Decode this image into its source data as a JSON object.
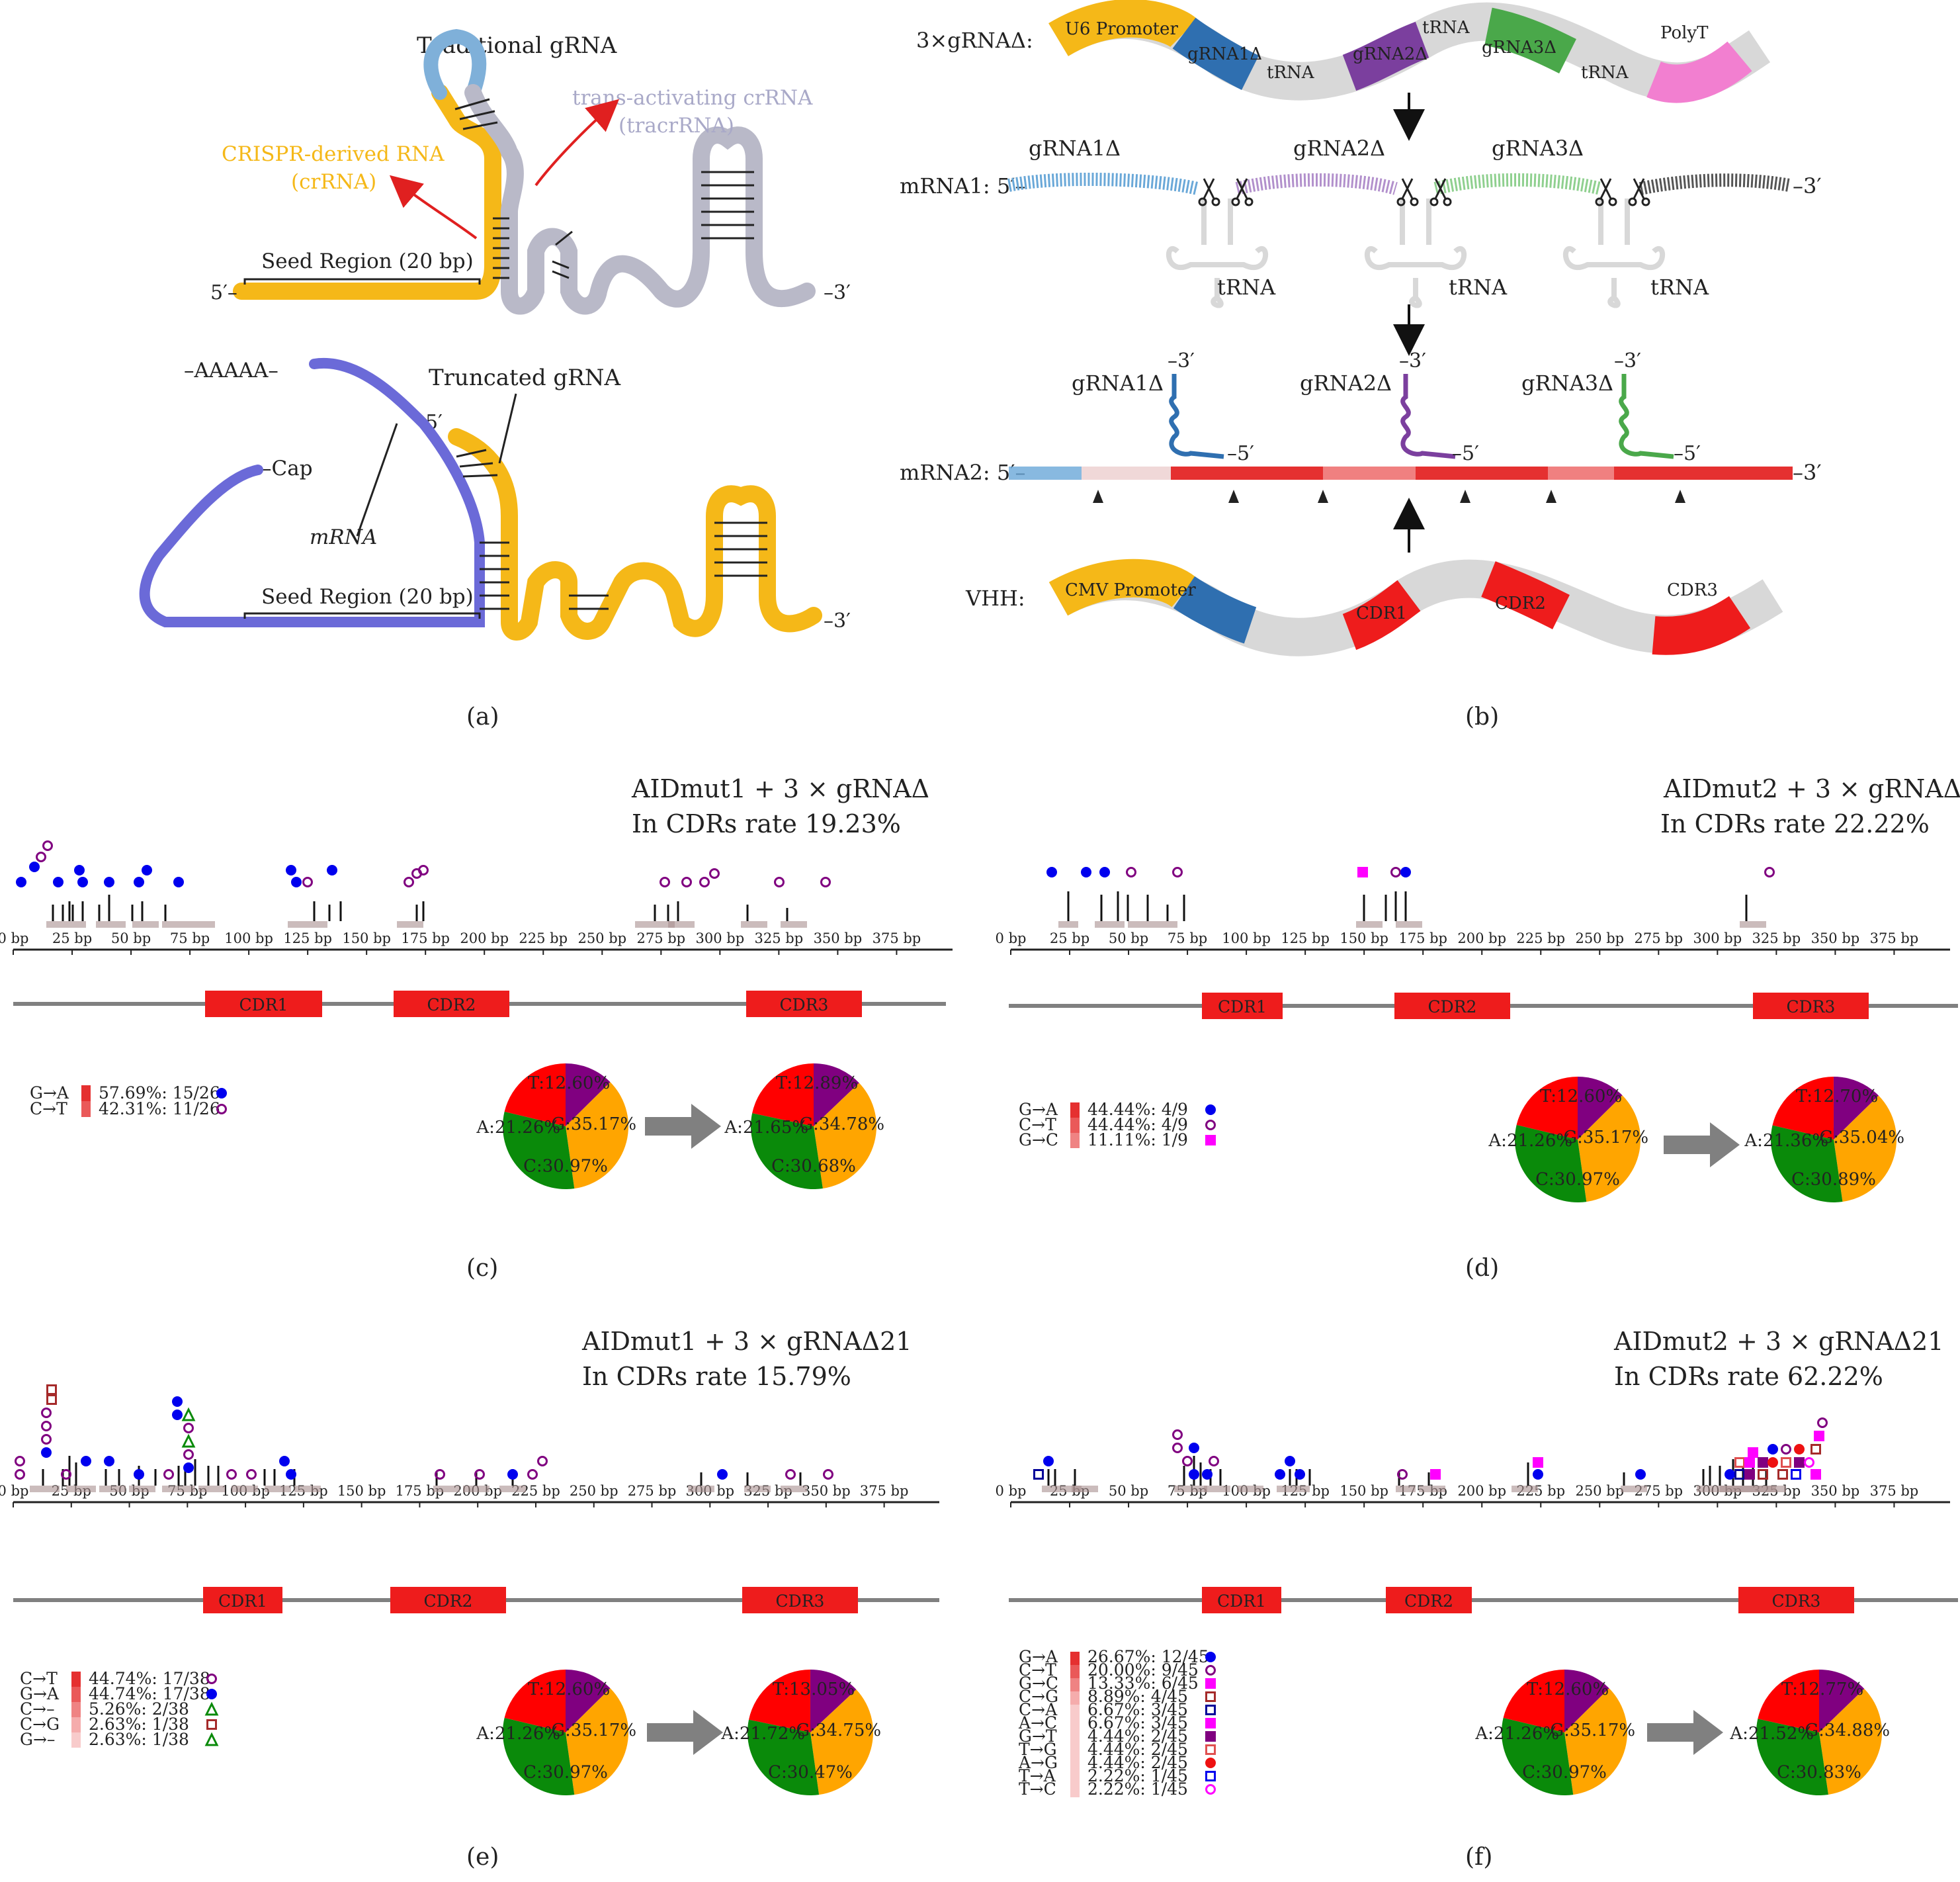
{
  "panel_a": {
    "label": "(a)",
    "traditional_title": "Traditional gRNA",
    "tracr_line1": "trans-activating crRNA",
    "tracr_line2": "(tracrRNA)",
    "crrna_line1": "CRISPR-derived RNA",
    "crrna_line2": "(crRNA)",
    "seed_label": "Seed Region (20 bp)",
    "five_prime": "5′–",
    "three_prime": "–3′",
    "polya": "–AAAAA–",
    "truncated_title": "Truncated gRNA",
    "five_prime_short": "5′",
    "cap": "–Cap",
    "mrna": "mRNA",
    "colors": {
      "crrna": "#f5b818",
      "tracr": "#b9b9c8",
      "loop": "#7fb0d9",
      "mrna": "#6b6ad8",
      "arrow": "#e02020"
    }
  },
  "panel_b": {
    "label": "(b)",
    "construct_label": "3×gRNAΔ:",
    "u6": "U6 Promoter",
    "grna1": "gRNA1Δ",
    "grna2": "gRNA2Δ",
    "grna3": "gRNA3Δ",
    "trna": "tRNA",
    "polyt": "PolyT",
    "mrna1": "mRNA1: 5′–",
    "mrna2": "mRNA2: 5′–",
    "three_prime": "–3′",
    "five_prime_end": "–5′",
    "vhh": "VHH:",
    "cmv": "CMV Promoter",
    "cdr1": "CDR1",
    "cdr2": "CDR2",
    "cdr3": "CDR3",
    "colors": {
      "u6": "#f5b818",
      "g1": "#2f6fb0",
      "g2": "#7b3f9e",
      "g3": "#4aa84a",
      "polyt": "#f27fd0",
      "grey": "#d8d8d8",
      "cdr": "#ee1c1c"
    }
  },
  "axis_ticks": [
    "0 bp",
    "25 bp",
    "50 bp",
    "75 bp",
    "100 bp",
    "125 bp",
    "150 bp",
    "175 bp",
    "200 bp",
    "225 bp",
    "250 bp",
    "275 bp",
    "300 bp",
    "325 bp",
    "350 bp",
    "375 bp"
  ],
  "cdr_labels": [
    "CDR1",
    "CDR2",
    "CDR3"
  ],
  "pies": {
    "before": {
      "T": "T:12.60%",
      "G": "G:35.17%",
      "A": "A:21.26%",
      "C": "C:30.97%"
    },
    "c_after": {
      "T": "T:12.89%",
      "G": "G:34.78%",
      "A": "A:21.65%",
      "C": "C:30.68%"
    },
    "d_after": {
      "T": "T:12.70%",
      "G": "G:35.04%",
      "A": "A:21.36%",
      "C": "C:30.89%"
    },
    "e_after": {
      "T": "T:13.05%",
      "G": "G:34.75%",
      "A": "A:21.72%",
      "C": "C:30.47%"
    },
    "f_after": {
      "T": "T:12.77%",
      "G": "G:34.88%",
      "A": "A:21.52%",
      "C": "C:30.83%"
    },
    "colors": {
      "T": "#800080",
      "G": "#ffa500",
      "C": "#0a8a0a",
      "A": "#ff0000"
    }
  },
  "panel_c": {
    "label": "(c)",
    "title": "AIDmut1 + 3 × gRNAΔ",
    "rate": "In CDRs rate 19.23%",
    "legend": [
      {
        "mut": "G→A",
        "text": "57.69%: 15/26",
        "marker": "filled-circle",
        "color": "#0000ee"
      },
      {
        "mut": "C→T",
        "text": "42.31%: 11/26",
        "marker": "open-circle",
        "color": "#800080"
      }
    ]
  },
  "panel_d": {
    "label": "(d)",
    "title": "AIDmut2 + 3 × gRNAΔ",
    "rate": "In CDRs rate 22.22%",
    "legend": [
      {
        "mut": "G→A",
        "text": "44.44%: 4/9",
        "marker": "filled-circle",
        "color": "#0000ee"
      },
      {
        "mut": "C→T",
        "text": "44.44%: 4/9",
        "marker": "open-circle",
        "color": "#800080"
      },
      {
        "mut": "G→C",
        "text": "11.11%: 1/9",
        "marker": "filled-square",
        "color": "#ff00ff"
      }
    ]
  },
  "panel_e": {
    "label": "(e)",
    "title": "AIDmut1 + 3 × gRNAΔ21",
    "rate": "In CDRs rate 15.79%",
    "legend": [
      {
        "mut": "C→T",
        "text": "44.74%: 17/38",
        "marker": "open-circle",
        "color": "#800080"
      },
      {
        "mut": "G→A",
        "text": "44.74%: 17/38",
        "marker": "filled-circle",
        "color": "#0000ee"
      },
      {
        "mut": "C→–",
        "text": "5.26%: 2/38",
        "marker": "open-triangle",
        "color": "#0a8a0a"
      },
      {
        "mut": "C→G",
        "text": "2.63%: 1/38",
        "marker": "open-square",
        "color": "#a52a2a"
      },
      {
        "mut": "G→–",
        "text": "2.63%: 1/38",
        "marker": "open-triangle",
        "color": "#0a8a0a"
      }
    ]
  },
  "panel_f": {
    "label": "(f)",
    "title": "AIDmut2 + 3 × gRNAΔ21",
    "rate": "In CDRs rate 62.22%",
    "legend": [
      {
        "mut": "G→A",
        "text": "26.67%: 12/45",
        "marker": "filled-circle",
        "color": "#0000ee"
      },
      {
        "mut": "C→T",
        "text": "20.00%: 9/45",
        "marker": "open-circle",
        "color": "#800080"
      },
      {
        "mut": "G→C",
        "text": "13.33%: 6/45",
        "marker": "filled-square",
        "color": "#ff00ff"
      },
      {
        "mut": "C→G",
        "text": "8.89%: 4/45",
        "marker": "open-square",
        "color": "#a52a2a"
      },
      {
        "mut": "C→A",
        "text": "6.67%: 3/45",
        "marker": "open-square",
        "color": "#000099"
      },
      {
        "mut": "A→C",
        "text": "6.67%: 3/45",
        "marker": "filled-square",
        "color": "#ff00ff"
      },
      {
        "mut": "G→T",
        "text": "4.44%: 2/45",
        "marker": "filled-square",
        "color": "#800080"
      },
      {
        "mut": "T→G",
        "text": "4.44%: 2/45",
        "marker": "open-square",
        "color": "#e05050"
      },
      {
        "mut": "A→G",
        "text": "4.44%: 2/45",
        "marker": "filled-circle",
        "color": "#ee1111"
      },
      {
        "mut": "T→A",
        "text": "2.22%: 1/45",
        "marker": "open-square",
        "color": "#0000ee"
      },
      {
        "mut": "T→C",
        "text": "2.22%: 1/45",
        "marker": "open-circle",
        "color": "#ff00ff"
      }
    ]
  }
}
